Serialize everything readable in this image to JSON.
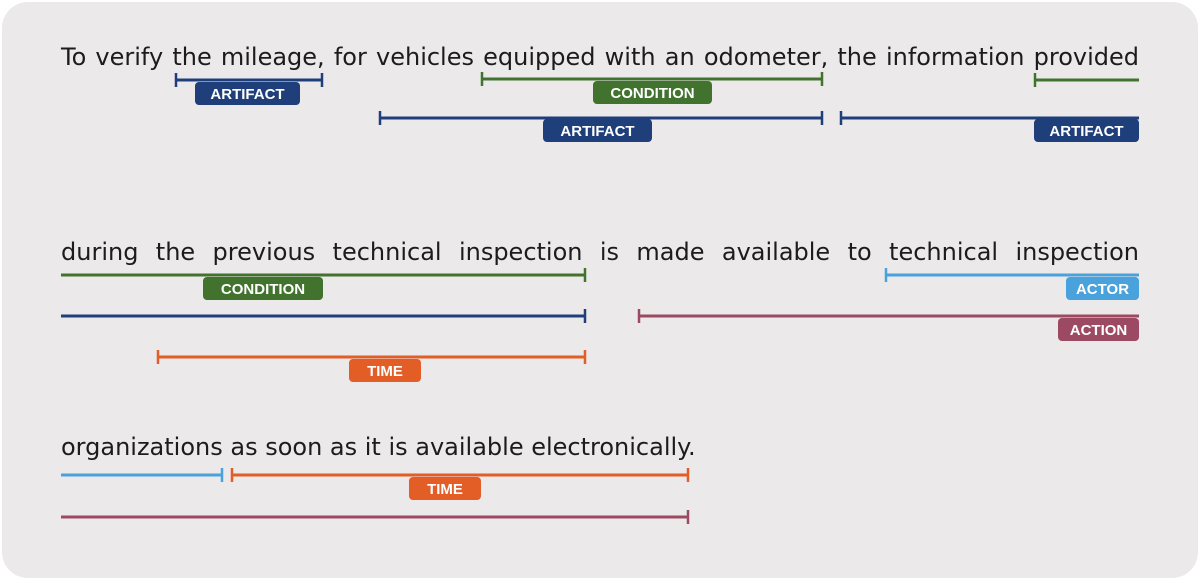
{
  "sentence_lines": [
    "To verify the mileage, for vehicles equipped with an odometer, the information provided",
    "during the previous technical inspection is made available to technical inspection",
    "organizations as soon as it is available electronically."
  ],
  "colors": {
    "ARTIFACT": "#1f3f7a",
    "CONDITION": "#41722e",
    "ACTOR": "#4aa2dc",
    "ACTION": "#9c4a63",
    "TIME": "#e35d27"
  },
  "annotations": [
    {
      "type": "ARTIFACT",
      "label": "ARTIFACT"
    },
    {
      "type": "CONDITION",
      "label": "CONDITION"
    },
    {
      "type": "ARTIFACT",
      "label": "ARTIFACT"
    },
    {
      "type": "CONDITION"
    },
    {
      "type": "ARTIFACT",
      "label": "ARTIFACT"
    },
    {
      "type": "CONDITION",
      "label": "CONDITION"
    },
    {
      "type": "ARTIFACT"
    },
    {
      "type": "TIME",
      "label": "TIME"
    },
    {
      "type": "ACTOR",
      "label": "ACTOR"
    },
    {
      "type": "ACTION",
      "label": "ACTION"
    },
    {
      "type": "ACTOR"
    },
    {
      "type": "TIME",
      "label": "TIME"
    },
    {
      "type": "ACTION"
    }
  ]
}
